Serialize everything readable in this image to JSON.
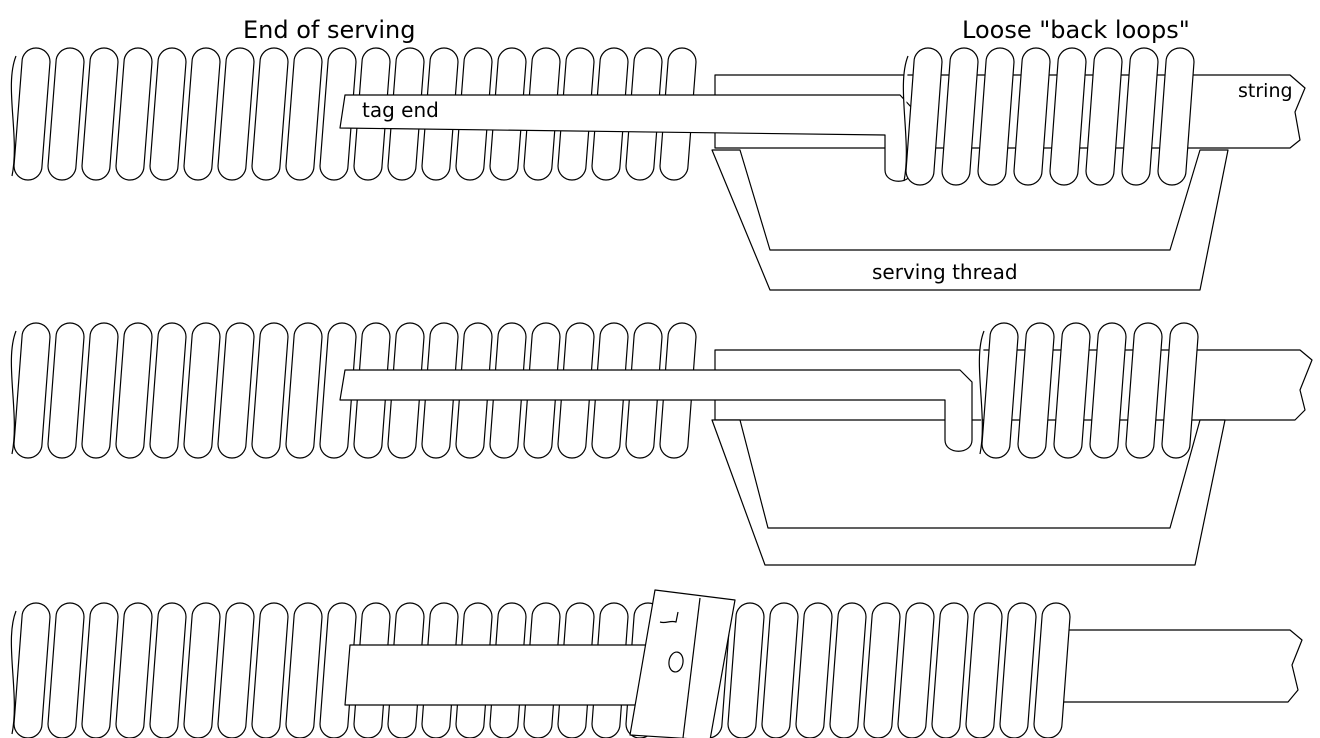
{
  "labels": {
    "end_of_serving": "End of serving",
    "back_loops": "Loose \"back loops\"",
    "tag_end": "tag end",
    "string": "string",
    "serving_thread": "serving thread"
  },
  "panels": [
    {
      "step": 1,
      "description_visible": false
    },
    {
      "step": 2,
      "description_visible": false
    },
    {
      "step": 3,
      "description_visible": false
    }
  ],
  "colors": {
    "line": "#000000",
    "fill": "#ffffff"
  }
}
